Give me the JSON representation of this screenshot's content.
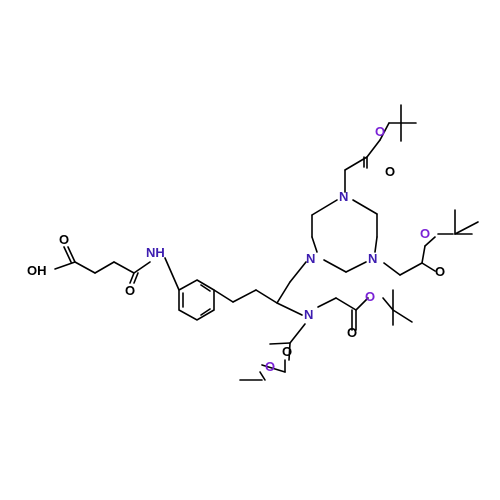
{
  "atoms": {
    "n_ring_top": "N",
    "n_ring_left": "N",
    "n_ring_right": "N",
    "n_amine": "N",
    "nh_amide": "NH",
    "oh_acid": "OH",
    "o_acid_carbonyl": "O",
    "o_amide_carbonyl": "O",
    "o_ester1_ether": "O",
    "o_ester1_carbonyl": "O",
    "o_ester2_ether": "O",
    "o_ester2_carbonyl": "O",
    "o_ester3_ether": "O",
    "o_ester3_carbonyl": "O",
    "o_ester4_ether": "O",
    "o_ester4_carbonyl": "O"
  },
  "colors": {
    "bond": "#000000",
    "nitrogen": "#3d1db0",
    "oxygen_ether": "#7a22d6",
    "text_black": "#000000"
  }
}
